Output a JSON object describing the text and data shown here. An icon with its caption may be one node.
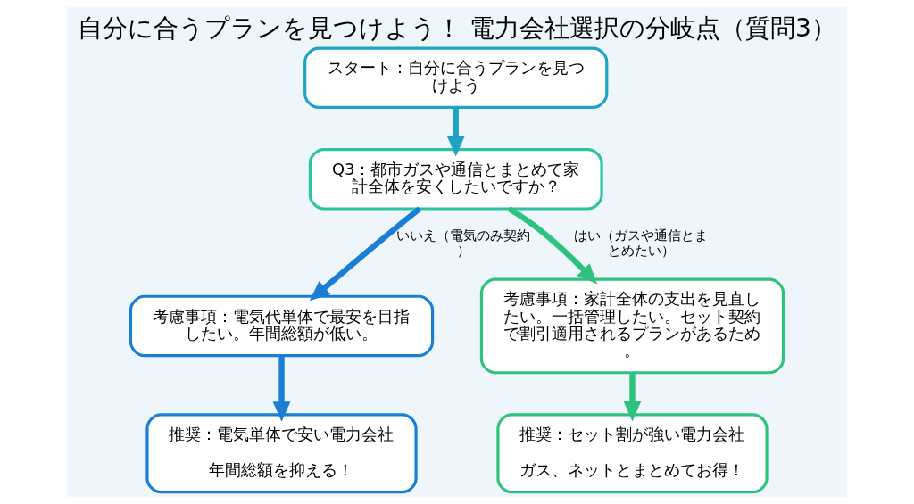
{
  "diagram": {
    "title": "自分に合うプランを見つけよう！ 電力会社選択の分岐点（質問3）",
    "nodes": [
      {
        "text": [
          "スタート：自分に合うプランを見つけよう"
        ]
      },
      {
        "text": [
          "Q3：都市ガスや通信とまとめて家計全体を安くしたいですか？"
        ]
      },
      {
        "text": [
          "考慮事項：電気代単体で最安を目指したい。年間総額が低い。"
        ]
      },
      {
        "text": [
          "推奨：電気単体で安い電力会社",
          "年間総額を抑える！"
        ]
      },
      {
        "text": [
          "考慮事項：家計全体の支出を見直したい。一括管理したい。セット契約で割引適用されるプランがあるため。"
        ]
      },
      {
        "text": [
          "推奨：セット割が強い電力会社",
          "ガス、ネットとまとめてお得！"
        ]
      }
    ],
    "edges": [
      {
        "from": 0,
        "to": 1,
        "arrow": "to",
        "color": "#1fa3c4"
      },
      {
        "from": 1,
        "to": 2,
        "arrow": "to",
        "label": "いいえ（電気のみ契約）",
        "color": "#1a7fd4"
      },
      {
        "from": 1,
        "to": 4,
        "arrow": "to",
        "label": "はい（ガスや通信とまとめたい）",
        "color": "#2ec27e"
      },
      {
        "from": 2,
        "to": 3,
        "arrow": "to",
        "color": "#1a7fd4"
      },
      {
        "from": 4,
        "to": 5,
        "arrow": "to",
        "color": "#2ec27e"
      }
    ]
  }
}
